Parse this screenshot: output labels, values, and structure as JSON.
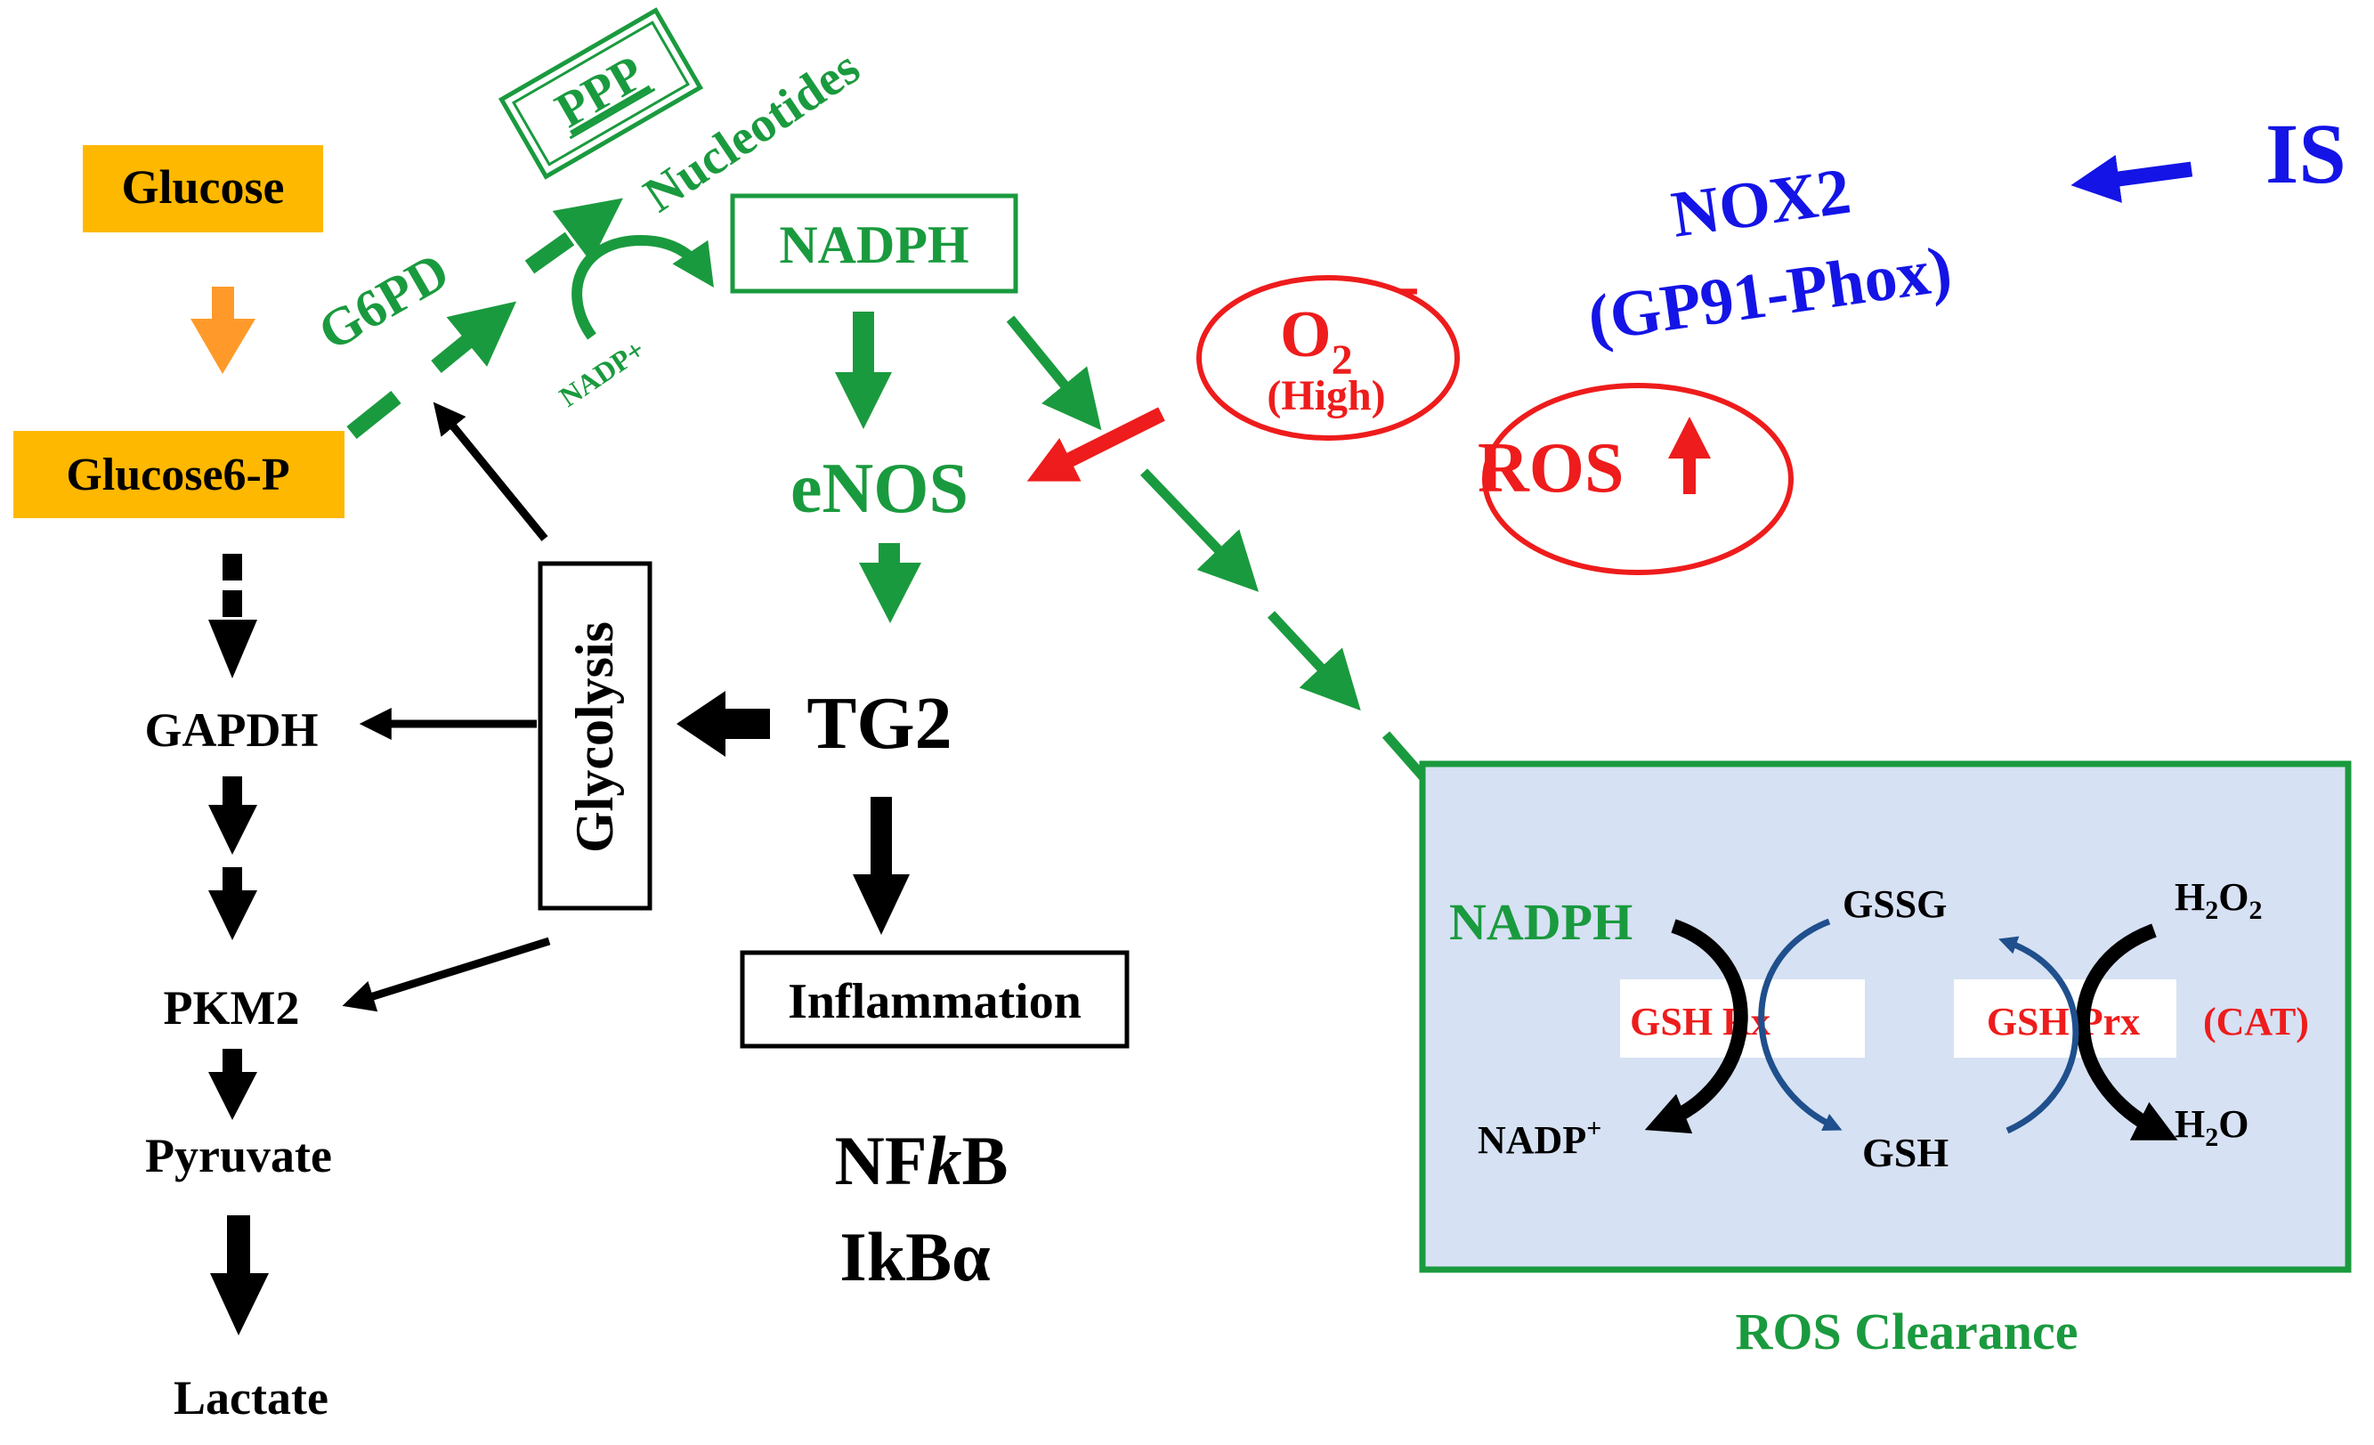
{
  "colors": {
    "black": "#000000",
    "green": "#1a9a3e",
    "red": "#ee1c1c",
    "blue": "#1414e6",
    "orange": "#ffb800",
    "orange_arrow": "#ff9a2a",
    "panel_fill": "#d6e1f3",
    "arrow_blue": "#1f4f8c"
  },
  "left_pathway": {
    "glucose": "Glucose",
    "glucose6p": "Glucose6-P",
    "gapdh": "GAPDH",
    "pkm2": "PKM2",
    "pyruvate": "Pyruvate",
    "lactate": "Lactate"
  },
  "glycolysis_label": "Glycolysis",
  "ppp": {
    "g6pd": "G6PD",
    "ppp_box": "PPP",
    "nucleotides": "Nucleotides",
    "nadp_plus": "NADP+",
    "nadph_box": "NADPH"
  },
  "center": {
    "enos": "eNOS",
    "tg2": "TG2",
    "inflammation": "Inflammation",
    "nfkb_prefix": "NF",
    "nfkb_k": "k",
    "nfkb_suffix": "B",
    "ikba": "IkBα"
  },
  "superoxide": {
    "o2": "O",
    "subscript": "2",
    "superscript": "-",
    "high": "(High)"
  },
  "ros": {
    "label": "ROS"
  },
  "nox": {
    "line1": "NOX2",
    "line2": "(GP91-Phox)",
    "is_label": "IS"
  },
  "clearance_panel": {
    "nadph": "NADPH",
    "gssg": "GSSG",
    "h2o2_main": "H",
    "h2o2_sub1": "2",
    "h2o2_mid": "O",
    "h2o2_sub2": "2",
    "gsh_rx": "GSH Rx",
    "gsh_prx": "GSH Prx",
    "cat": "(CAT)",
    "nadp_plus_main": "NADP",
    "nadp_plus_sup": "+",
    "gsh": "GSH",
    "h2o_main": "H",
    "h2o_sub": "2",
    "h2o_end": "O",
    "caption": "ROS Clearance"
  }
}
